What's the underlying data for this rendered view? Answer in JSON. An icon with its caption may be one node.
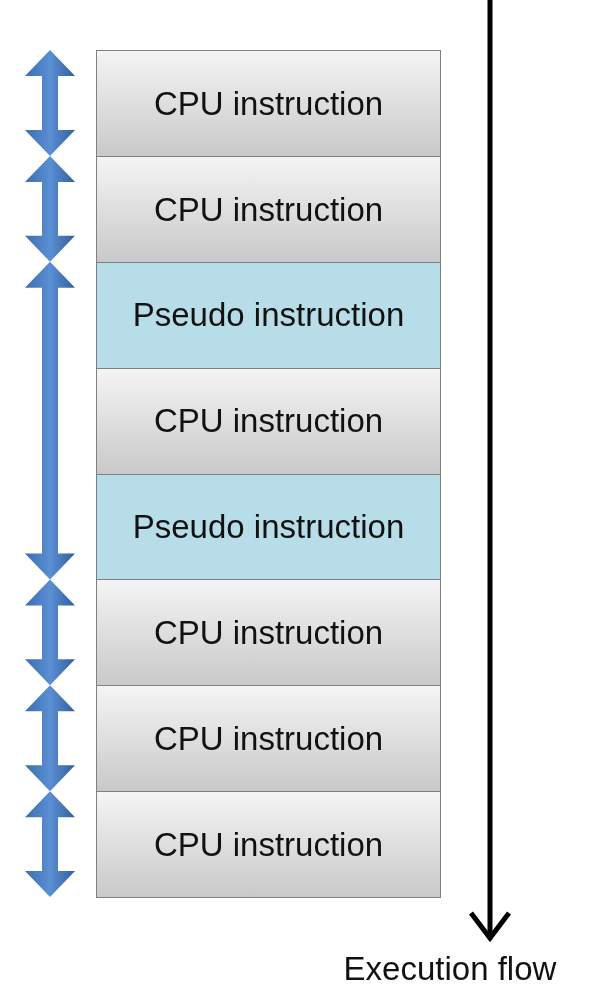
{
  "diagram": {
    "nodes": [
      {
        "text": [
          "CPU instruction"
        ]
      },
      {
        "text": [
          "CPU instruction"
        ]
      },
      {
        "text": [
          "Pseudo instruction"
        ]
      },
      {
        "text": [
          "CPU instruction"
        ]
      },
      {
        "text": [
          "Pseudo instruction"
        ]
      },
      {
        "text": [
          "CPU instruction"
        ]
      },
      {
        "text": [
          "CPU instruction"
        ]
      },
      {
        "text": [
          "CPU instruction"
        ]
      }
    ],
    "labels": [
      "Execution flow"
    ]
  }
}
